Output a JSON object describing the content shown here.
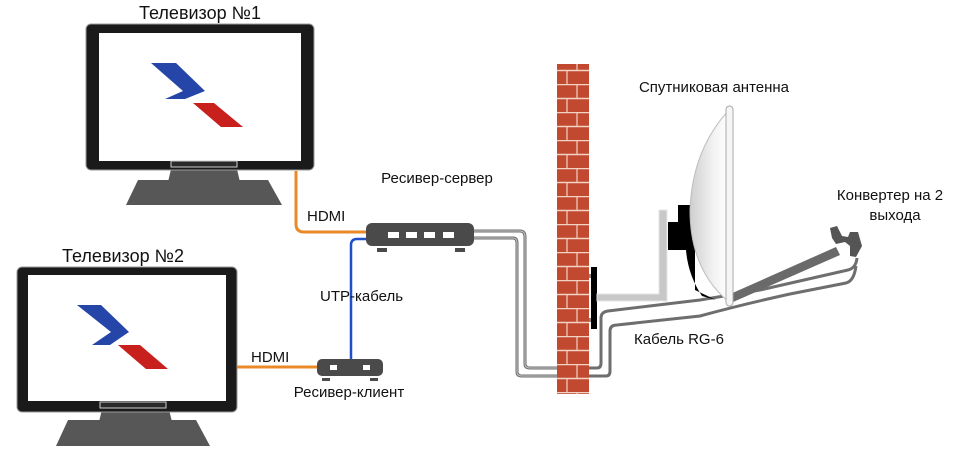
{
  "labels": {
    "tv1": "Телевизор №1",
    "tv2": "Телевизор №2",
    "receiver_server": "Ресивер-сервер",
    "receiver_client": "Ресивер-клиент",
    "hdmi_1": "HDMI",
    "hdmi_2": "HDMI",
    "utp_cable": "UTP-кабель",
    "satellite_dish": "Спутниковая антенна",
    "converter_line1": "Конвертер на 2",
    "converter_line2": "выхода",
    "rg6_cable": "Кабель RG-6"
  },
  "colors": {
    "hdmi_cable": "#e8892a",
    "utp_cable": "#1f4fc9",
    "coax_cable": "#6e6e6e",
    "brick": "#c0492f",
    "mortar": "#f1d2c4",
    "device": "#4a4a4a",
    "logo_blue": "#2546a8",
    "logo_red": "#c8201c"
  }
}
